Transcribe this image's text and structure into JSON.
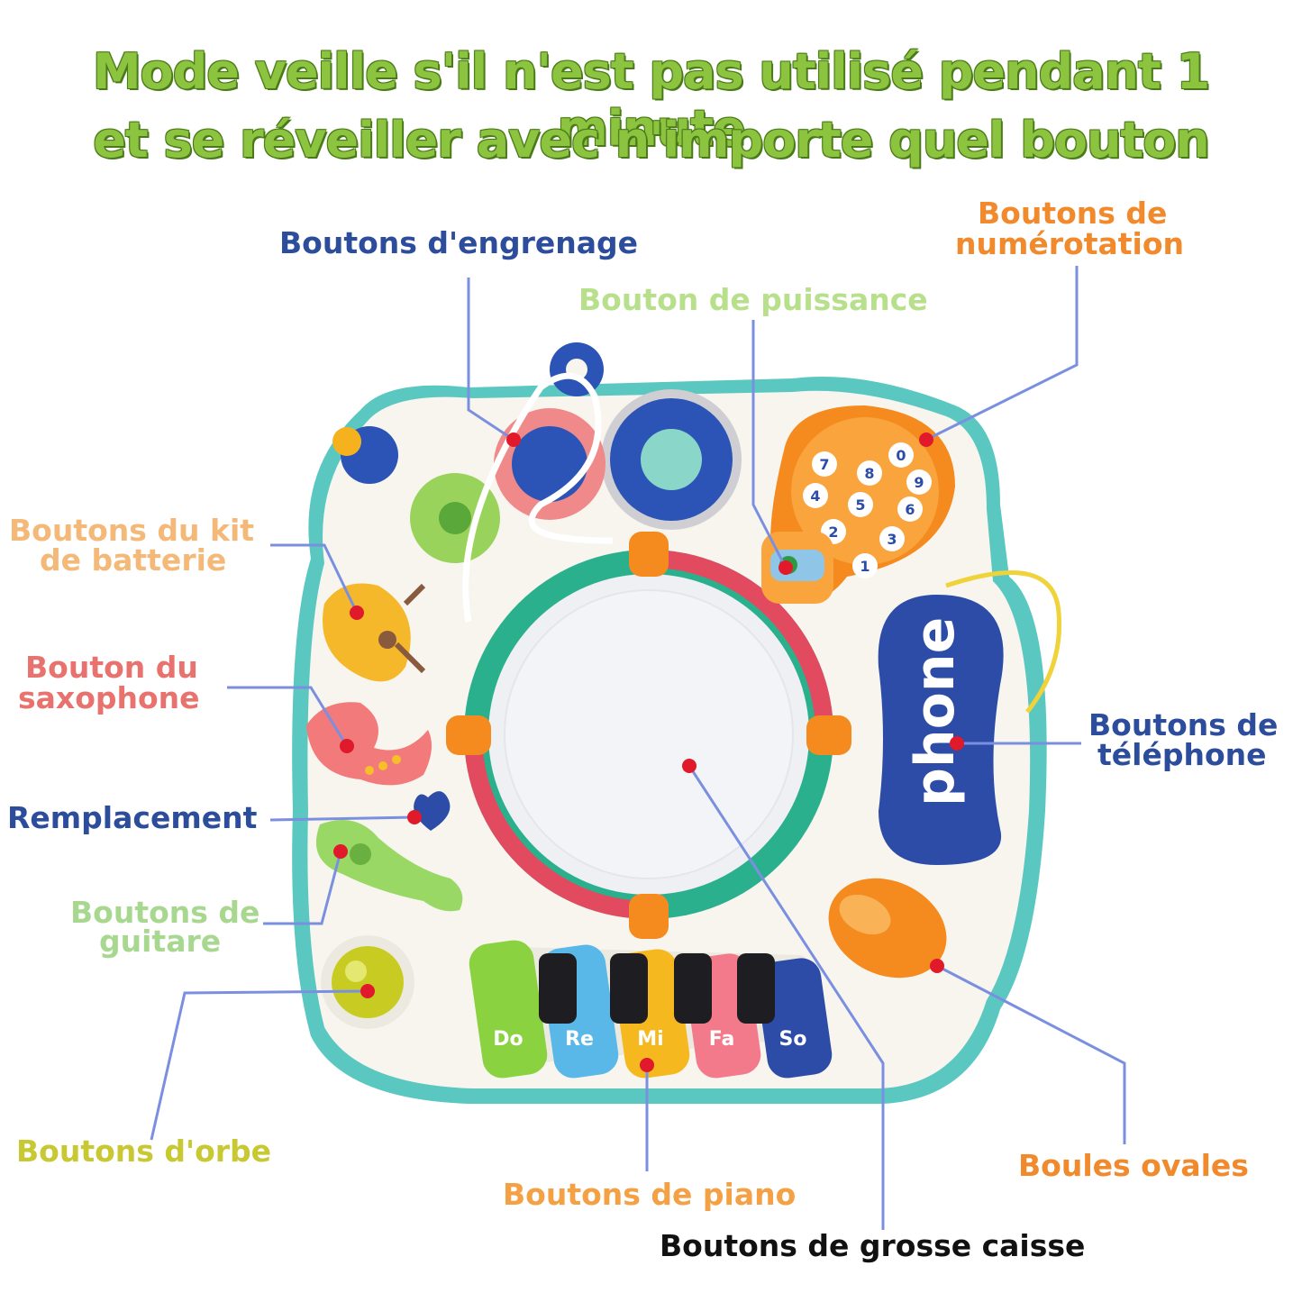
{
  "headline": {
    "line1": "Mode veille s'il n'est pas utilisé pendant 1 minute",
    "line2": "et se réveiller avec n'importe quel bouton"
  },
  "labels": {
    "gears": "Boutons d'engrenage",
    "dial_line1": "Boutons de",
    "dial_line2": "numérotation",
    "power": "Bouton de puissance",
    "drum_kit_line1": "Boutons du kit",
    "drum_kit_line2": "de batterie",
    "sax_line1": "Bouton du",
    "sax_line2": "saxophone",
    "replacement": "Remplacement",
    "guitar_line1": "Boutons de",
    "guitar_line2": "guitare",
    "orb": "Boutons d'orbe",
    "piano": "Boutons de piano",
    "bass_drum": "Boutons de grosse caisse",
    "oval_balls": "Boules ovales",
    "phone_line1": "Boutons de",
    "phone_line2": "téléphone"
  },
  "toy": {
    "phone_text": "phone",
    "piano_keys": [
      "Do",
      "Re",
      "Mi",
      "Fa",
      "So"
    ],
    "dial_digits": [
      "1",
      "2",
      "3",
      "4",
      "5",
      "6",
      "7",
      "8",
      "9",
      "0"
    ]
  },
  "colors": {
    "headline": "#8cc43f",
    "pointer_line": "#7b8fe0",
    "pointer_dot": "#e0192b",
    "table_base": "#f7f5ee",
    "table_rim": "#58c7c0"
  }
}
